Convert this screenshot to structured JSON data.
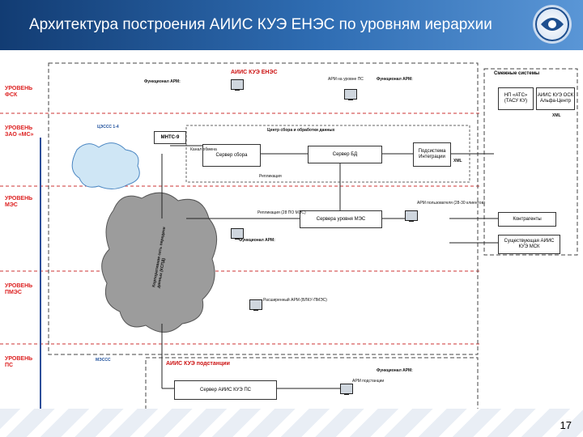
{
  "header": {
    "title": "Архитектура построения АИИС КУЭ ЕНЭС по уровням иерархии"
  },
  "page_number": "17",
  "levels": [
    {
      "label": "УРОВЕНЬ ФСК"
    },
    {
      "label": "УРОВЕНЬ ЗАО «МС»"
    },
    {
      "label": "УРОВЕНЬ МЭС"
    },
    {
      "label": "УРОВЕНЬ ПМЭС"
    },
    {
      "label": "УРОВЕНЬ ПС"
    }
  ],
  "sections": {
    "top": "АИИС КУЭ ЕНЭС",
    "adjacent": "Смежные системы",
    "substation": "АИИС КУЭ подстанции"
  },
  "network": {
    "top_cloud": "ЦЭССС 1-4",
    "bottom_cloud": "МЭССС",
    "cloud_label": "Корпоративная сеть передачи данных (КСПД)"
  },
  "center": {
    "title": "Центр сбора и обработки данных",
    "collect_server": "Сервер сбора",
    "db_server": "Сервер БД",
    "integration": "Подсистема Интеграции",
    "xml": "XML",
    "replication": "Репликация",
    "mntc": "МНТС-9",
    "gateway": "Канал обмена"
  },
  "mes": {
    "servers": "Сервера уровня МЭС",
    "replication": "Репликация (28 ПО МЭС)",
    "arm": "АРМ пользователя (28-30 клиентов)",
    "arm_top": "АРМ на уровне ПС"
  },
  "adjacent_boxes": {
    "npatc": "НП «АТС» (ТАСУ КУ)",
    "ais_kue_msk": "АИИС КУЭ ОСК Альфа-Центр",
    "xml_label": "XML",
    "counterparts": "Контрагенты",
    "existing": "Существующая АИИС КУЭ МСК"
  },
  "functional": {
    "fsk": "Функционал АРМ:",
    "mes": "Функционал АРМ:",
    "pmes": "Функционал АРМ:",
    "ps": "Функционал АРМ:"
  },
  "pmes_arm": "Расширенный АРМ (ВЛКУ-ПМЭС)",
  "ps_server": "Сервер АИИС КУЭ ПС",
  "ps_arm": "АРМ подстанции"
}
